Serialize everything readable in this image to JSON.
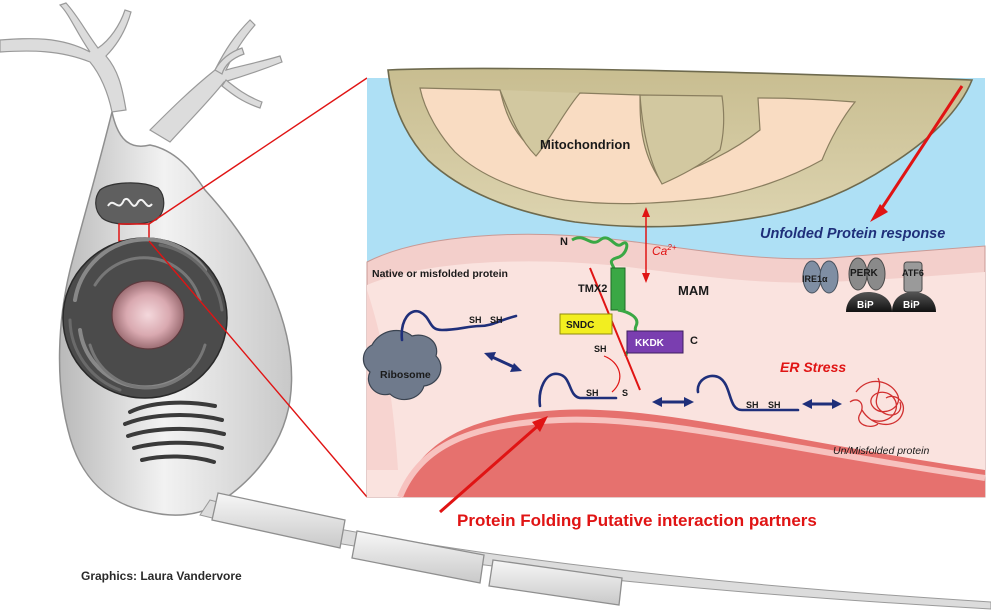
{
  "labels": {
    "mitochondrion": "Mitochondrion",
    "unfolded_protein_response": "Unfolded Protein response",
    "calcium_base": "Ca",
    "calcium_sup": "2+",
    "n_terminus": "N",
    "c_terminus": "C",
    "tmx2": "TMX2",
    "mam": "MAM",
    "native_misfolded": "Native or misfolded protein",
    "sndc": "SNDC",
    "kkdk": "KKDK",
    "ribosome": "Ribosome",
    "er_stress": "ER Stress",
    "ire1a": "IRE1α",
    "perk": "PERK",
    "atf6": "ATF6",
    "bip_1": "BiP",
    "bip_2": "BiP",
    "sh_a1": "SH",
    "sh_a2": "SH",
    "sh_b1": "SH",
    "s_b2": "S",
    "sh_tmx": "SH",
    "sh_c1": "SH",
    "sh_c2": "SH",
    "un_misfolded": "Un/Misfolded protein",
    "protein_folding": "Protein Folding Putative interaction partners",
    "credit": "Graphics: Laura Vandervore"
  },
  "colors": {
    "cytosol": "#aee0f5",
    "mito_outer": "#d2c8a0",
    "mito_inner": "#f9dcc2",
    "er_membrane": "#f3cfcb",
    "er_lumen": "#fae3df",
    "er_deep": "#e6716e",
    "accent_red": "#e01414",
    "navy": "#1f2f7a",
    "tmx2_green": "#3aa845",
    "sndc_yellow": "#f2ee20",
    "kkdk_purple": "#7a3eb0"
  }
}
